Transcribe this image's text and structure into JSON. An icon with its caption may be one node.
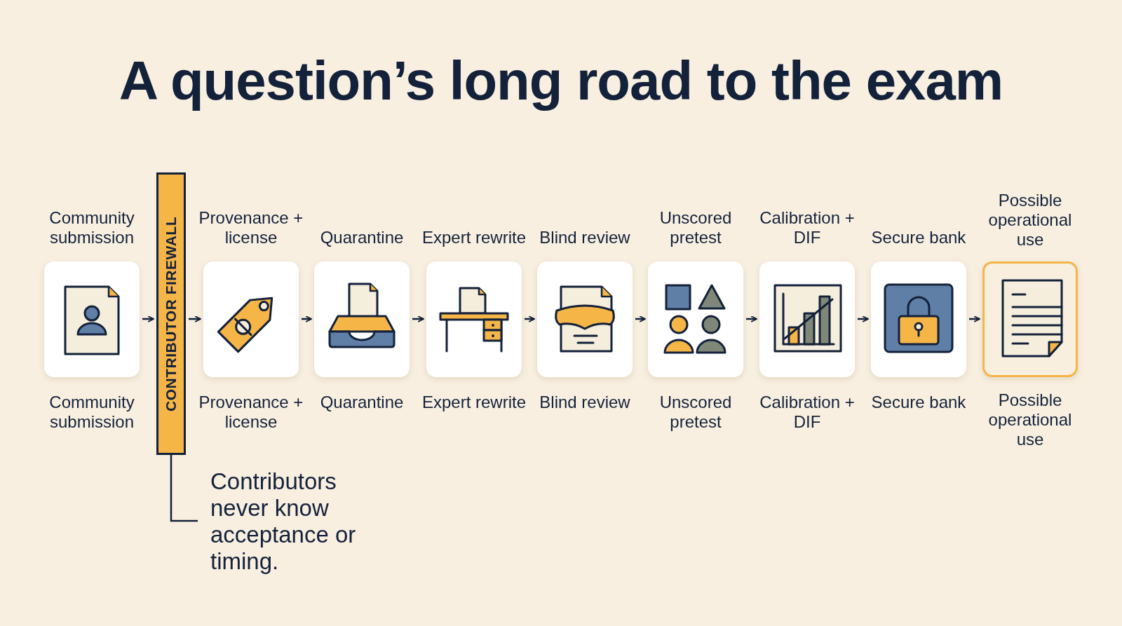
{
  "diagram": {
    "title": "A question’s long road to the exam",
    "nodes": [
      {
        "text": [
          "Community submission"
        ],
        "beside": [
          "Community submission"
        ]
      },
      {
        "text": [
          "CONTRIBUTOR FIREWALL"
        ]
      },
      {
        "text": [
          "Provenance + license"
        ],
        "beside": [
          "Provenance + license"
        ]
      },
      {
        "text": [
          "Quarantine"
        ],
        "beside": [
          "Quarantine"
        ]
      },
      {
        "text": [
          "Expert rewrite"
        ],
        "beside": [
          "Expert rewrite"
        ]
      },
      {
        "text": [
          "Blind review"
        ],
        "beside": [
          "Blind review"
        ]
      },
      {
        "text": [
          "Unscored pretest"
        ],
        "beside": [
          "Unscored pretest"
        ]
      },
      {
        "text": [
          "Calibration + DIF"
        ],
        "beside": [
          "Calibration + DIF"
        ]
      },
      {
        "text": [
          "Secure bank"
        ],
        "beside": [
          "Secure bank"
        ]
      },
      {
        "text": [
          "Possible operational use"
        ],
        "beside": [
          "Possible operational use"
        ]
      },
      {
        "text": [
          "Contributors never know acceptance or timing."
        ]
      }
    ],
    "edges": [
      {
        "from": 0,
        "to": 1,
        "arrow": "to"
      },
      {
        "from": 1,
        "to": 2,
        "arrow": "to"
      },
      {
        "from": 2,
        "to": 3,
        "arrow": "to"
      },
      {
        "from": 3,
        "to": 4,
        "arrow": "to"
      },
      {
        "from": 4,
        "to": 5,
        "arrow": "to"
      },
      {
        "from": 5,
        "to": 6,
        "arrow": "to"
      },
      {
        "from": 6,
        "to": 7,
        "arrow": "to"
      },
      {
        "from": 7,
        "to": 8,
        "arrow": "to"
      },
      {
        "from": 8,
        "to": 9,
        "arrow": "to"
      },
      {
        "from": 10,
        "to": 1,
        "arrow": "none"
      }
    ]
  }
}
